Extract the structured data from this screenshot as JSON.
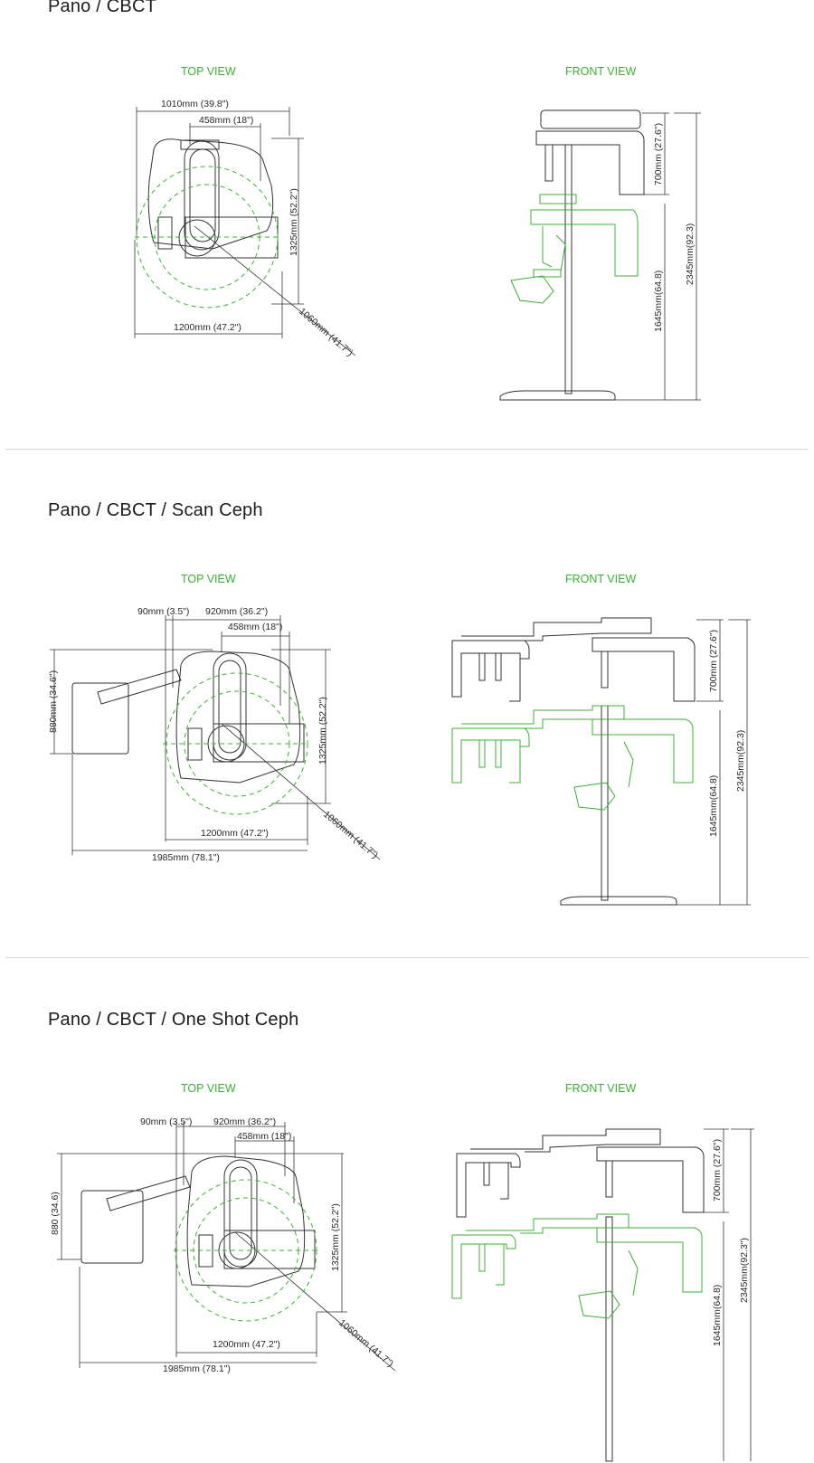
{
  "sections": [
    {
      "title": "Pano / CBCT",
      "top_view_label": "TOP VIEW",
      "front_view_label": "FRONT VIEW",
      "top_dims": {
        "overall_width": "1010mm (39.8\")",
        "arm_width": "458mm (18\")",
        "depth": "1325mm (52.2\")",
        "circle": "1200mm (47.2\")",
        "diagonal": "1060mm (41.7\")"
      },
      "front_dims": {
        "head": "700mm (27.6\")",
        "total": "2345mm(92.3)",
        "lower": "1645mm(64.8)"
      }
    },
    {
      "title": "Pano / CBCT / Scan Ceph",
      "top_view_label": "TOP VIEW",
      "front_view_label": "FRONT VIEW",
      "top_dims": {
        "gap": "90mm (3.5\")",
        "span": "920mm (36.2\")",
        "arm_width": "458mm (18\")",
        "ceph_depth": "880mm (34.6\")",
        "depth": "1325mm (52.2\")",
        "circle": "1200mm (47.2\")",
        "total_width": "1985mm (78.1\")",
        "diagonal": "1060mm (41.7\")"
      },
      "front_dims": {
        "head": "700mm (27.6\")",
        "total": "2345mm(92.3)",
        "lower": "1645mm(64.8)"
      }
    },
    {
      "title": "Pano / CBCT / One Shot Ceph",
      "top_view_label": "TOP VIEW",
      "front_view_label": "FRONT VIEW",
      "top_dims": {
        "gap": "90mm (3.5\")",
        "span": "920mm (36.2\")",
        "arm_width": "458mm (18\")",
        "ceph_depth": "880 (34.6)",
        "depth": "1325mm (52.2\")",
        "circle": "1200mm (47.2\")",
        "total_width": "1985mm (78.1\")",
        "diagonal": "1060mm (41.7\")"
      },
      "front_dims": {
        "head": "700mm (27.6\")",
        "total": "2345mm(92.3\")",
        "lower": "1645mm(64.8)"
      }
    }
  ],
  "colors": {
    "accent_green": "#3cb034",
    "line_dark": "#222222",
    "divider": "#d6d6d6"
  }
}
